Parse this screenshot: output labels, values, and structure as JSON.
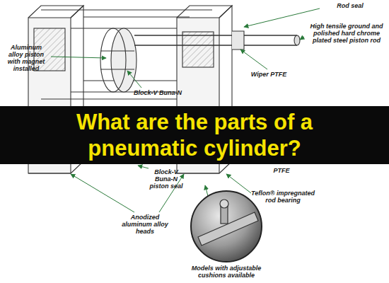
{
  "diagram": {
    "title": "What are the parts of a pneumatic cylinder?",
    "labels": [
      "Rod seal",
      "High tensile ground and polished hard chrome plated steel piston rod",
      "Wiper PTFE",
      "Aluminum alloy piston with magnet installed",
      "Block-V Buna-N",
      "Block-V Buna-N piston seal",
      "PTFE",
      "Teflon® impregnated rod bearing",
      "Anodized aluminum alloy heads",
      "Models with adjustable cushions available"
    ]
  }
}
